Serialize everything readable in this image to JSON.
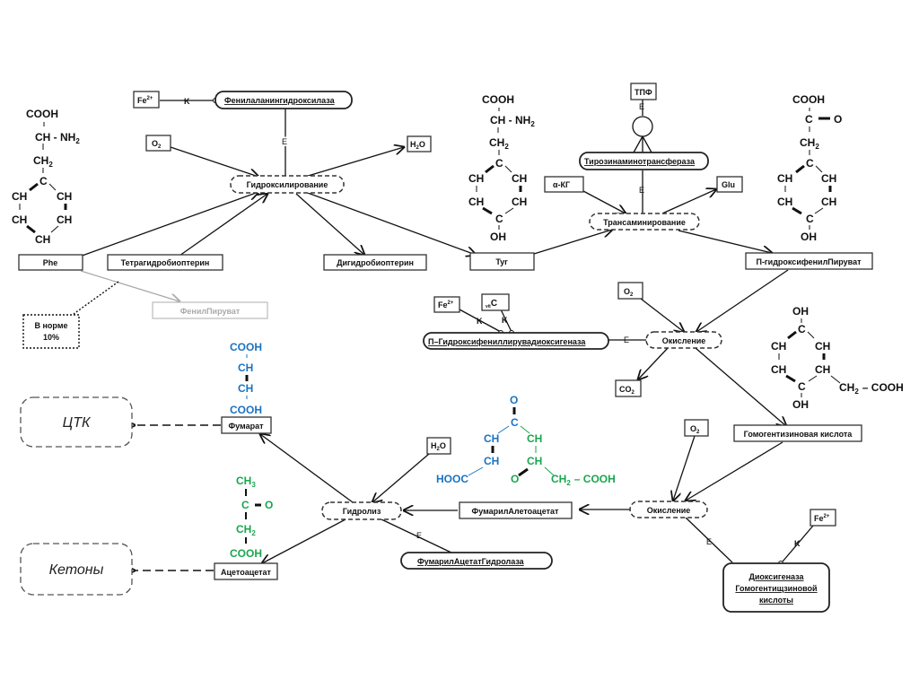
{
  "diagram": {
    "title_hidden": "",
    "nodes": {
      "phe": "Phe",
      "thb": "Тетрагидробиоптерин",
      "dhb": "Дигидробиоптерин",
      "tyr": "Tyr",
      "hpp": "П-гидроксифенилПируват",
      "phenylpyruvate": "ФенилПируват",
      "homogentisic": "Гомогентизиновая кислота",
      "fumarylacetoacetate": "ФумарилАлетоацетат",
      "fumarate": "Фумарат",
      "acetoacetate": "Ацетоацетат",
      "tca": "ЦТК",
      "ketones": "Кетоны",
      "norm_note_line1": "В норме",
      "norm_note_line2": "10%"
    },
    "processes": {
      "hydroxylation": "Гидроксилирование",
      "transamination": "Трансаминирование",
      "oxidation1": "Окисление",
      "oxidation2": "Окисление",
      "hydrolysis": "Гидролиз"
    },
    "enzymes": {
      "pah": "Фенилаланингидроксилаза",
      "tat": "Тирозинаминотрансфераза",
      "hppd": "П–Гидроксифениллирувадиоксигеназа",
      "fah": "ФумарилАцетатГидролаза",
      "hgd_line1": "Диоксигеназа",
      "hgd_line2": "Гомогентищзиновой",
      "hgd_line3": "кислоты"
    },
    "cofactors": {
      "fe_top": "Fe",
      "fe_top_sup": "2+",
      "o2_top": "O",
      "o2_top_sub": "2",
      "h2o_top": "H",
      "h2o_top_sub": "2",
      "h2o_top_tail": "O",
      "tpf": "ТПФ",
      "akg": "α-КГ",
      "glu": "Glu",
      "fe_mid": "Fe",
      "fe_mid_sup": "2+",
      "vitc_sub": "vit",
      "vitc": "C",
      "o2_mid": "O",
      "o2_mid_sub": "2",
      "co2": "CO",
      "co2_sub": "2",
      "h2o_bottom": "H",
      "h2o_bottom_sub": "2",
      "h2o_bottom_tail": "O",
      "o2_bottom": "O",
      "o2_bottom_sub": "2",
      "fe_bottom": "Fe",
      "fe_bottom_sup": "2+"
    },
    "edge_labels": {
      "K": "K",
      "E": "E"
    },
    "structures": {
      "phe": {
        "cooh": "COOH",
        "ch_nh2": "CH - NH",
        "nh2_sub": "2",
        "ch2": "CH",
        "ch2_sub": "2",
        "c": "C",
        "ch": "CH"
      },
      "tyr": {
        "cooh": "COOH",
        "ch_nh2": "CH - NH",
        "nh2_sub": "2",
        "ch2": "CH",
        "ch2_sub": "2",
        "c": "C",
        "ch": "CH",
        "oh": "OH"
      },
      "hpp": {
        "cooh": "COOH",
        "c": "C",
        "o": "O",
        "ch2": "CH",
        "ch2_sub": "2",
        "ch": "CH",
        "oh": "OH"
      },
      "hga": {
        "oh": "OH",
        "c": "C",
        "ch": "CH",
        "ch2": "CH",
        "ch2_sub": "2",
        "cooh": "– COOH"
      },
      "fumarate": {
        "cooh": "COOH",
        "ch": "CH"
      },
      "faa": {
        "o": "O",
        "c": "C",
        "ch": "CH",
        "hooc": "HOOC",
        "ch2": "CH",
        "ch2_sub": "2",
        "cooh": "– COOH"
      },
      "acetoacetate": {
        "ch3": "CH",
        "ch3_sub": "3",
        "c": "C",
        "o": "O",
        "ch2": "CH",
        "ch2_sub": "2",
        "cooh": "COOH"
      }
    },
    "colors": {
      "fumarate_part": "#1a73c2",
      "acetoacetate_part": "#1aa550",
      "shunt": "#aaaaaa"
    }
  }
}
